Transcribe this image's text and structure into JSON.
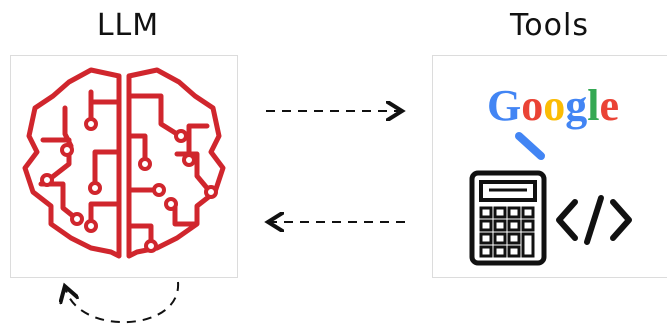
{
  "llm": {
    "label": "LLM"
  },
  "tools": {
    "label": "Tools",
    "google_letters": [
      {
        "char": "G",
        "color": "#4285F4"
      },
      {
        "char": "o",
        "color": "#EA4335"
      },
      {
        "char": "o",
        "color": "#FBBC05"
      },
      {
        "char": "g",
        "color": "#4285F4"
      },
      {
        "char": "l",
        "color": "#34A853"
      },
      {
        "char": "e",
        "color": "#EA4335"
      }
    ],
    "icons": [
      "magnifier-icon",
      "calculator-icon",
      "code-brackets-icon"
    ]
  },
  "colors": {
    "brain": "#d0262d",
    "arrow": "#111111"
  }
}
